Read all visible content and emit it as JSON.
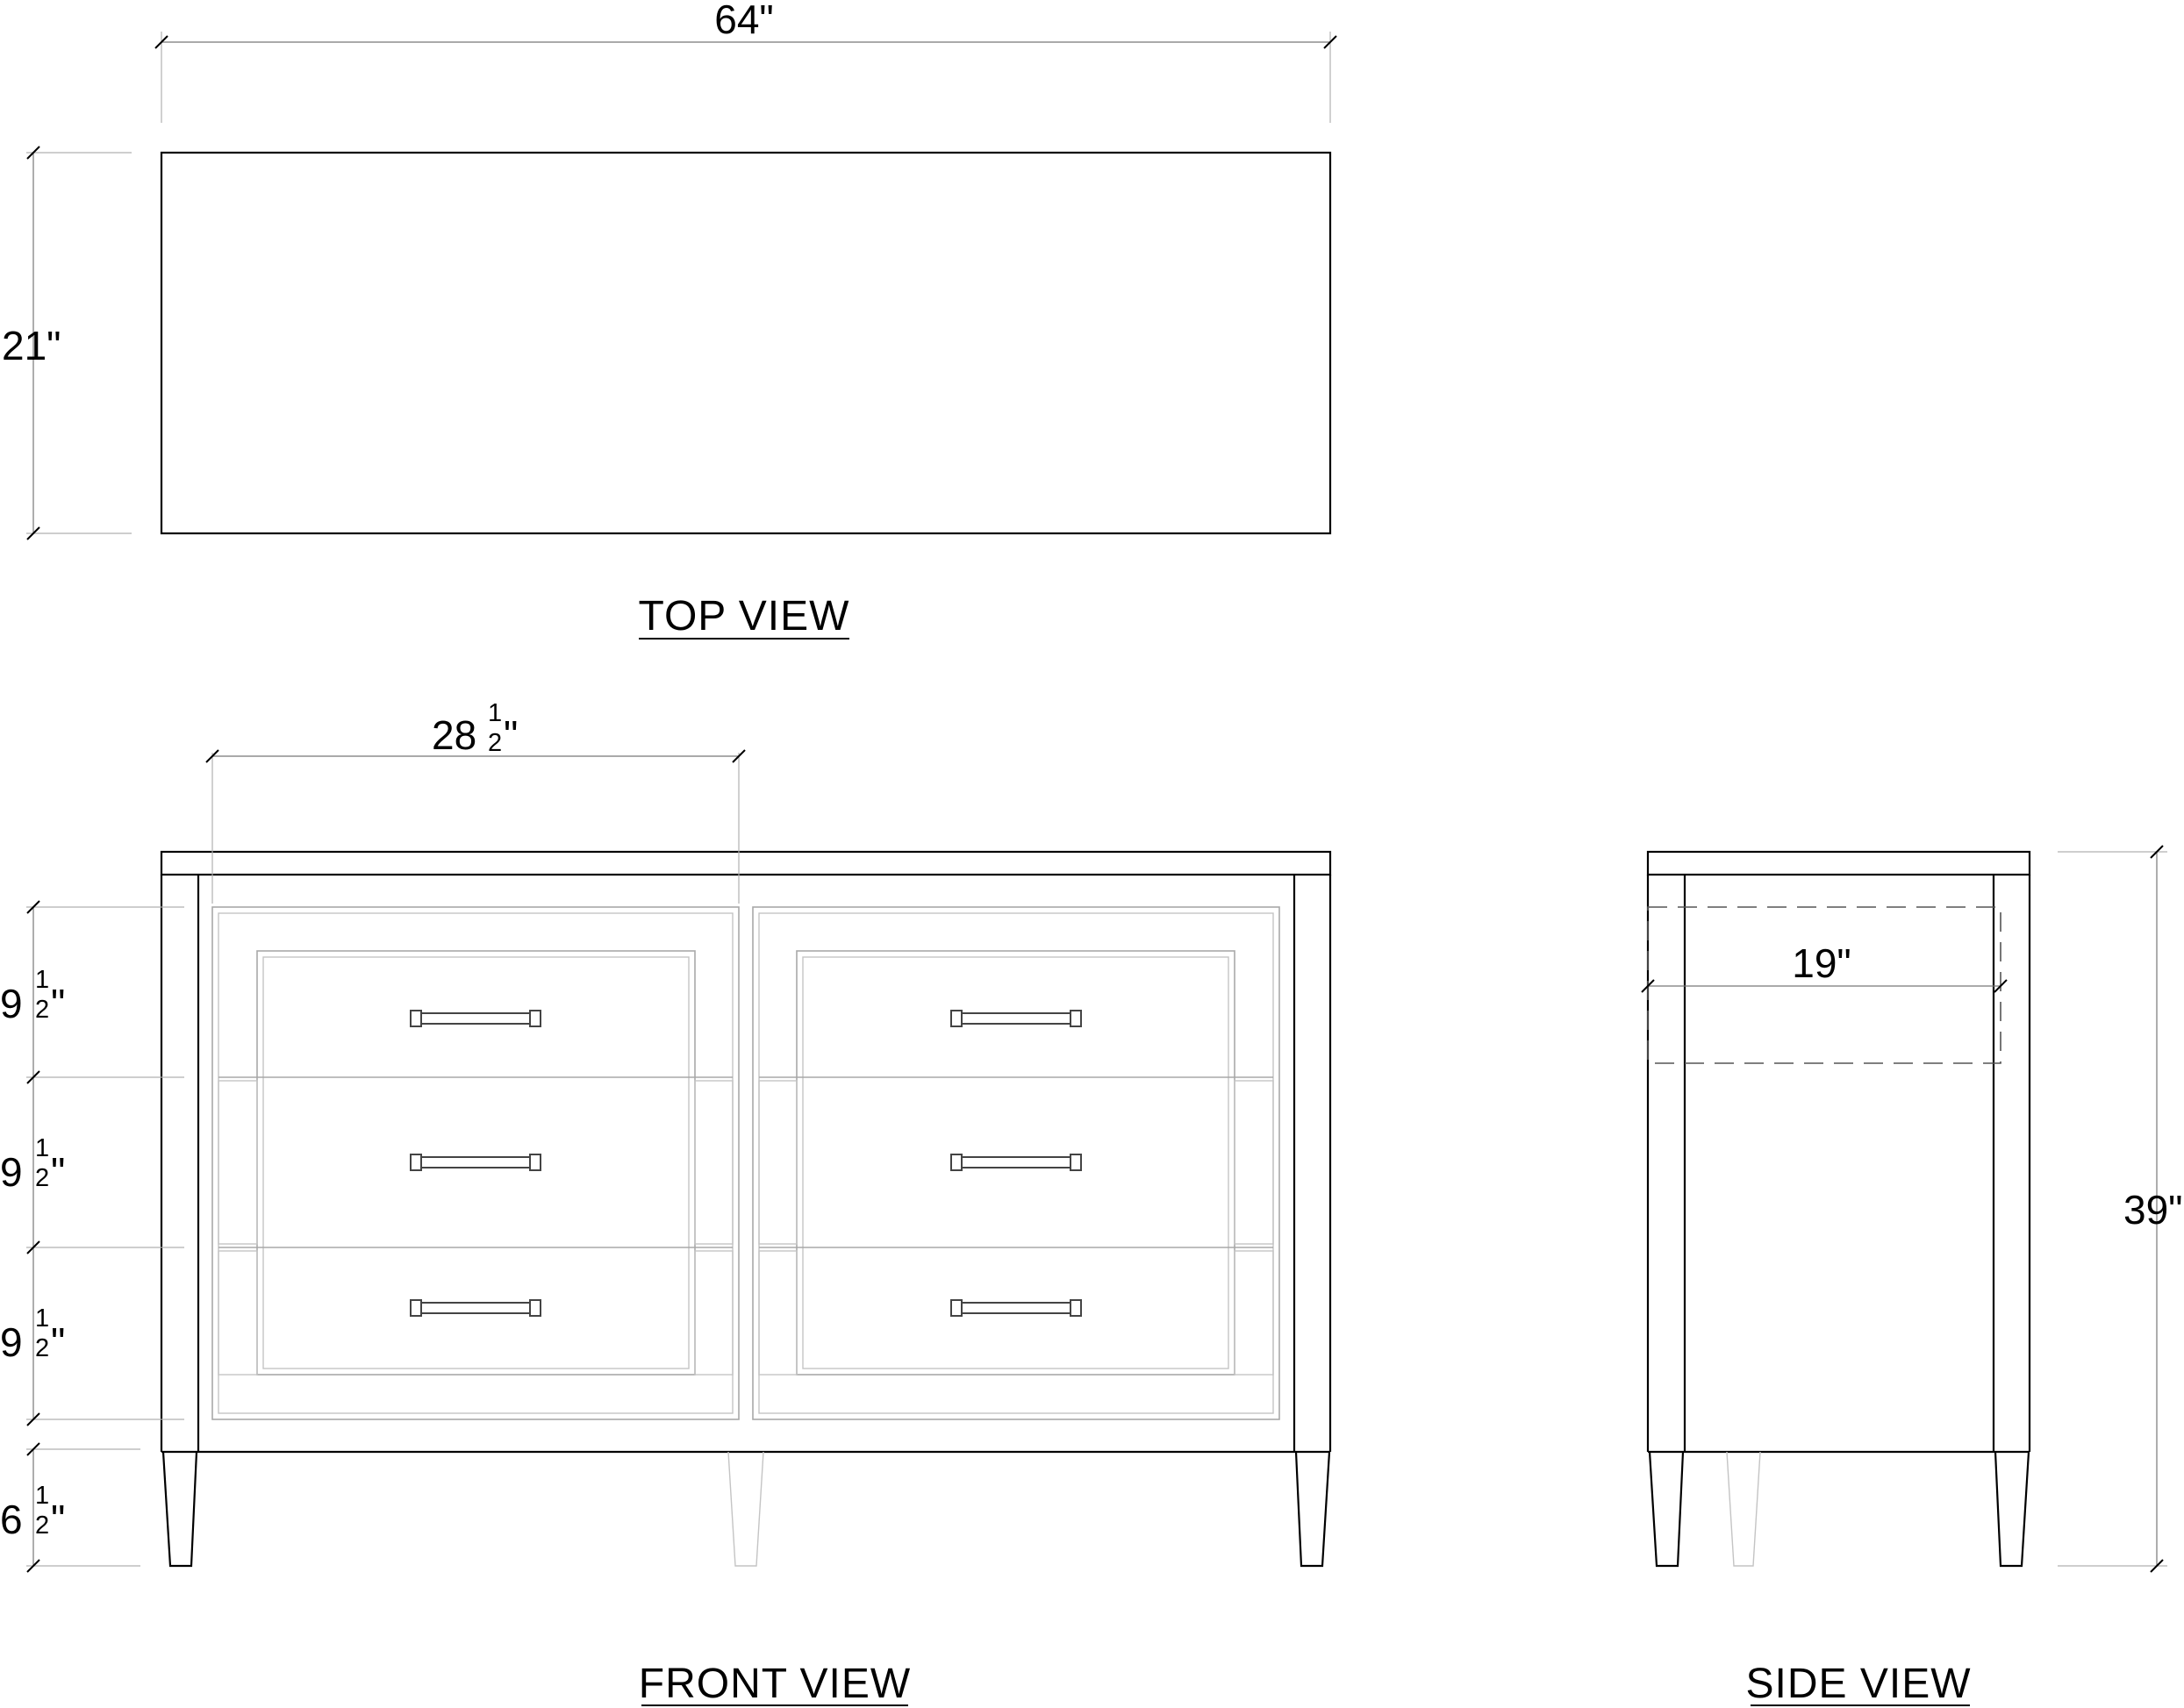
{
  "views": {
    "top": "TOP  VIEW",
    "front": "FRONT  VIEW",
    "side": "SIDE  VIEW"
  },
  "dimensions": {
    "width": "64\"",
    "depth": "21\"",
    "drawer_width": {
      "whole": "28",
      "num": "1",
      "den": "2",
      "unit": "\""
    },
    "drawer_1": {
      "whole": "9",
      "num": "1",
      "den": "2",
      "unit": "\""
    },
    "drawer_2": {
      "whole": "9",
      "num": "1",
      "den": "2",
      "unit": "\""
    },
    "drawer_3": {
      "whole": "9",
      "num": "1",
      "den": "2",
      "unit": "\""
    },
    "leg_height": {
      "whole": "6",
      "num": "1",
      "den": "2",
      "unit": "\""
    },
    "side_depth": "19\"",
    "height": "39\""
  }
}
